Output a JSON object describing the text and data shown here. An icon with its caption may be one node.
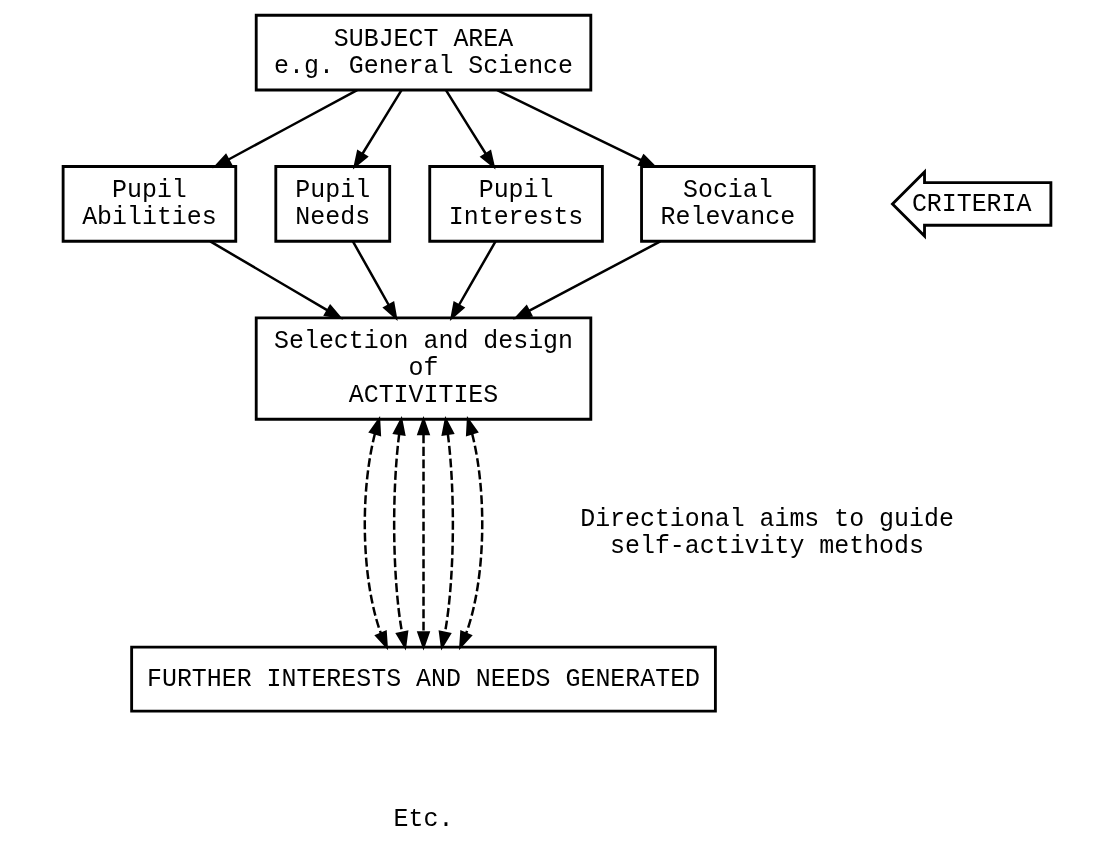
{
  "diagram": {
    "nodes": [
      {
        "text": [
          "SUBJECT AREA e.g. General Science"
        ]
      },
      {
        "text": [
          "Pupil Abilities"
        ]
      },
      {
        "text": [
          "Pupil Needs"
        ]
      },
      {
        "text": [
          "Pupil Interests"
        ]
      },
      {
        "text": [
          "Social Relevance"
        ]
      },
      {
        "text": [
          "CRITERIA"
        ]
      },
      {
        "text": [
          "Selection and design of ACTIVITIES"
        ]
      },
      {
        "text": [
          "FURTHER INTERESTS AND NEEDS GENERATED"
        ]
      }
    ],
    "edges": [
      {
        "from": 0,
        "to": 1,
        "arrow": "to"
      },
      {
        "from": 0,
        "to": 2,
        "arrow": "to"
      },
      {
        "from": 0,
        "to": 3,
        "arrow": "to"
      },
      {
        "from": 0,
        "to": 4,
        "arrow": "to"
      },
      {
        "from": 1,
        "to": 6,
        "arrow": "to"
      },
      {
        "from": 2,
        "to": 6,
        "arrow": "to"
      },
      {
        "from": 3,
        "to": 6,
        "arrow": "to"
      },
      {
        "from": 4,
        "to": 6,
        "arrow": "to"
      },
      {
        "from": 6,
        "to": 7,
        "arrow": "both",
        "style": "dashed"
      },
      {
        "from": 6,
        "to": 7,
        "arrow": "both",
        "style": "dashed"
      },
      {
        "from": 6,
        "to": 7,
        "arrow": "both",
        "style": "dashed"
      },
      {
        "from": 6,
        "to": 7,
        "arrow": "both",
        "style": "dashed"
      },
      {
        "from": 6,
        "to": 7,
        "arrow": "both",
        "style": "dashed"
      }
    ],
    "labels": [
      "Directional aims to guide self-activity methods",
      "Etc."
    ]
  }
}
